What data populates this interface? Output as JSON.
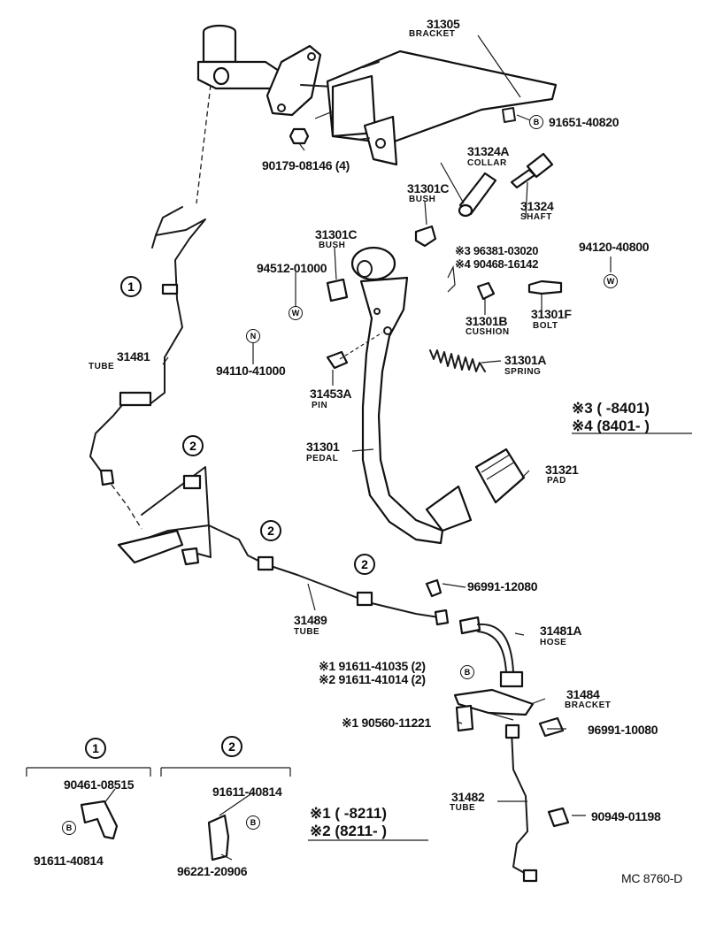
{
  "parts": {
    "p31305": {
      "num": "31305",
      "name": "BRACKET"
    },
    "p91651": {
      "num": "91651-40820",
      "sym": "B"
    },
    "p90179": {
      "num": "90179-08146 (4)"
    },
    "p31324A": {
      "num": "31324A",
      "name": "COLLAR"
    },
    "p31324": {
      "num": "31324",
      "name": "SHAFT"
    },
    "p31301C_a": {
      "num": "31301C",
      "name": "BUSH"
    },
    "p31301C_b": {
      "num": "31301C",
      "name": "BUSH"
    },
    "p94120": {
      "num": "94120-40800",
      "sym": "W"
    },
    "p96381": {
      "num": "※3  96381-03020"
    },
    "p90468": {
      "num": "※4  90468-16142"
    },
    "p94512": {
      "num": "94512-01000",
      "sym": "W"
    },
    "p31301B": {
      "num": "31301B",
      "name": "CUSHION"
    },
    "p31301F": {
      "num": "31301F",
      "name": "BOLT"
    },
    "p94110": {
      "num": "94110-41000",
      "sym": "N"
    },
    "p31481": {
      "num": "31481",
      "name": "TUBE"
    },
    "p31301A": {
      "num": "31301A",
      "name": "SPRING"
    },
    "p31453A": {
      "num": "31453A",
      "name": "PIN"
    },
    "p31301": {
      "num": "31301",
      "name": "PEDAL"
    },
    "p31321": {
      "num": "31321",
      "name": "PAD"
    },
    "p96991_12080": {
      "num": "96991-12080"
    },
    "p31489": {
      "num": "31489",
      "name": "TUBE"
    },
    "p31481A": {
      "num": "31481A",
      "name": "HOSE"
    },
    "p91611_41035": {
      "num": "※1  91611-41035  (2)"
    },
    "p91611_41014": {
      "num": "※2  91611-41014  (2)",
      "sym": "B"
    },
    "p31484": {
      "num": "31484",
      "name": "BRACKET"
    },
    "p90560": {
      "num": "※1  90560-11221"
    },
    "p96991_10080": {
      "num": "96991-10080"
    },
    "p31482": {
      "num": "31482",
      "name": "TUBE"
    },
    "p90949": {
      "num": "90949-01198"
    },
    "p90461": {
      "num": "90461-08515"
    },
    "p91611_40814a": {
      "num": "91611-40814",
      "sym": "B"
    },
    "p91611_40814b": {
      "num": "91611-40814",
      "sym": "B"
    },
    "p96221": {
      "num": "96221-20906"
    }
  },
  "callouts": {
    "c1": "1",
    "c2": "2"
  },
  "notes": {
    "n3": "※3 (      -8401)",
    "n4": "※4 (8401-        )",
    "n1": "※1 (      -8211)",
    "n2": "※2 (8211-      )"
  },
  "footer": {
    "code": "MC  8760-D"
  }
}
